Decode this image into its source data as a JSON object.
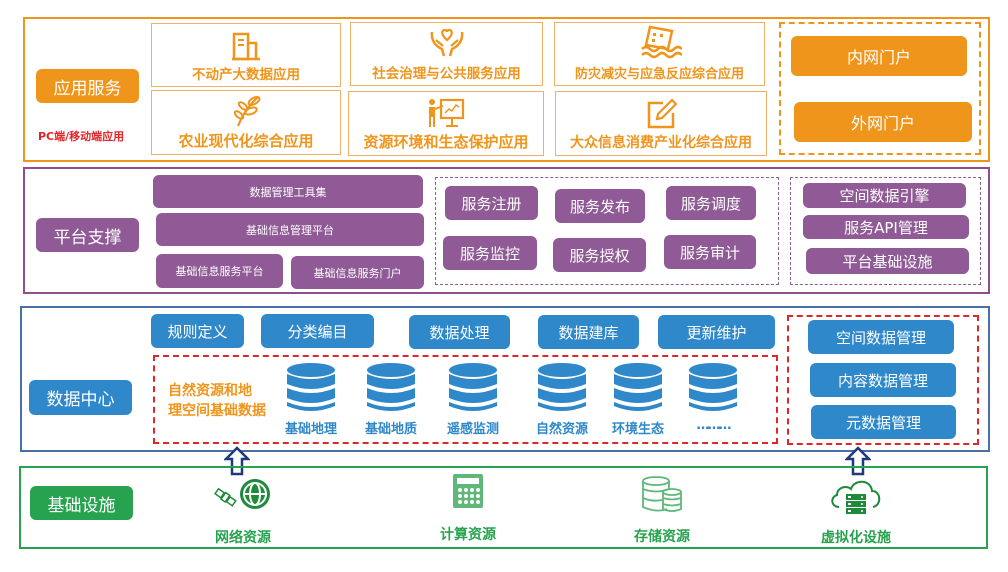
{
  "app_layer": {
    "title": "应用服务",
    "subtitle": "PC端/移动端应用",
    "cards": [
      {
        "label": "不动产大数据应用",
        "icon": "building-icon"
      },
      {
        "label": "社会治理与公共服务应用",
        "icon": "hands-heart-icon"
      },
      {
        "label": "防灾减灾与应急反应综合应用",
        "icon": "flood-building-icon"
      },
      {
        "label": "农业现代化综合应用",
        "icon": "wheat-icon"
      },
      {
        "label": "资源环境和生态保护应用",
        "icon": "presentation-icon"
      },
      {
        "label": "大众信息消费产业化综合应用",
        "icon": "edit-icon"
      }
    ],
    "portals": [
      "内网门户",
      "外网门户"
    ]
  },
  "platform_layer": {
    "title": "平台支撑",
    "tools": {
      "data_tools": "数据管理工具集",
      "info_mgmt": "基础信息管理平台",
      "info_service_platform": "基础信息服务平台",
      "info_service_portal": "基础信息服务门户"
    },
    "services": [
      "服务注册",
      "服务发布",
      "服务调度",
      "服务监控",
      "服务授权",
      "服务审计"
    ],
    "engine": [
      "空间数据引擎",
      "服务API管理",
      "平台基础设施"
    ]
  },
  "data_layer": {
    "title": "数据中心",
    "processes": [
      "规则定义",
      "分类编目",
      "数据处理",
      "数据建库",
      "更新维护"
    ],
    "foundation_title_line1": "自然资源和地",
    "foundation_title_line2": "理空间基础数据",
    "databases": [
      "基础地理",
      "基础地质",
      "遥感监测",
      "自然资源",
      "环境生态",
      "………"
    ],
    "management": [
      "空间数据管理",
      "内容数据管理",
      "元数据管理"
    ]
  },
  "infra_layer": {
    "title": "基础设施",
    "resources": [
      {
        "label": "网络资源",
        "icon": "satellite-globe-icon"
      },
      {
        "label": "计算资源",
        "icon": "calculator-icon"
      },
      {
        "label": "存储资源",
        "icon": "storage-icon"
      },
      {
        "label": "虚拟化设施",
        "icon": "cloud-server-icon"
      }
    ]
  },
  "colors": {
    "app": "#F0951C",
    "platform": "#8F5A95",
    "data": "#2F88CA",
    "infra": "#27A34F",
    "highlight_red": "#E0262A",
    "arrow": "#1F3A7A"
  }
}
